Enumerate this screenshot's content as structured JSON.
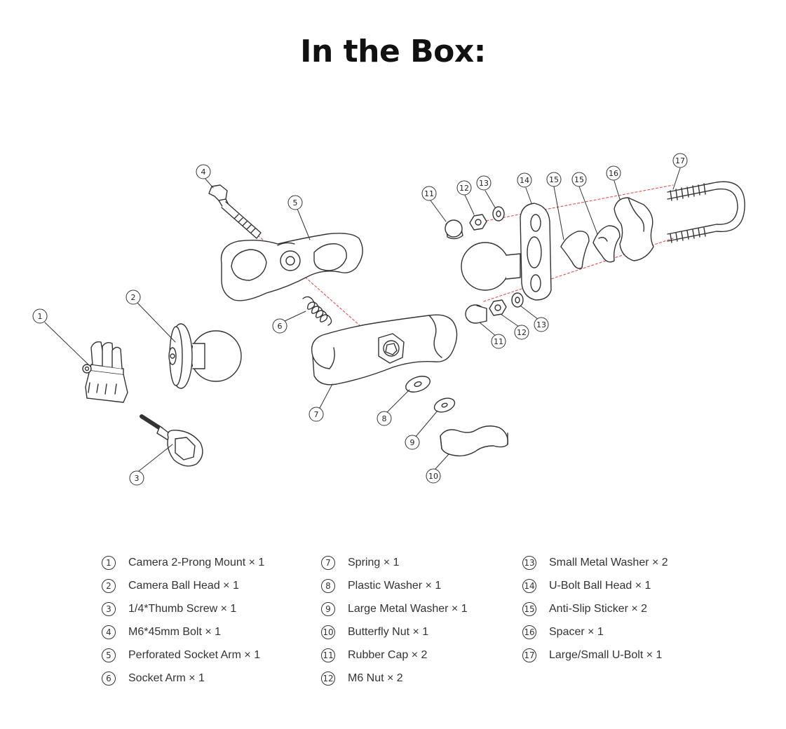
{
  "title": "In the Box:",
  "parts": [
    {
      "num": "1",
      "label": "Camera 2-Prong Mount × 1"
    },
    {
      "num": "2",
      "label": "Camera Ball Head × 1"
    },
    {
      "num": "3",
      "label": "1/4*Thumb Screw × 1"
    },
    {
      "num": "4",
      "label": "M6*45mm Bolt × 1"
    },
    {
      "num": "5",
      "label": "Perforated Socket Arm × 1"
    },
    {
      "num": "6",
      "label": "Socket Arm × 1"
    },
    {
      "num": "7",
      "label": "Spring × 1"
    },
    {
      "num": "8",
      "label": "Plastic Washer × 1"
    },
    {
      "num": "9",
      "label": "Large Metal Washer × 1"
    },
    {
      "num": "10",
      "label": "Butterfly Nut × 1"
    },
    {
      "num": "11",
      "label": "Rubber Cap × 2"
    },
    {
      "num": "12",
      "label": "M6 Nut × 2"
    },
    {
      "num": "13",
      "label": "Small Metal Washer × 2"
    },
    {
      "num": "14",
      "label": "U-Bolt Ball Head × 1"
    },
    {
      "num": "15",
      "label": "Anti-Slip Sticker × 2"
    },
    {
      "num": "16",
      "label": "Spacer × 1"
    },
    {
      "num": "17",
      "label": "Large/Small U-Bolt × 1"
    }
  ],
  "callouts": [
    "1",
    "2",
    "3",
    "4",
    "5",
    "6",
    "7",
    "8",
    "9",
    "10",
    "11",
    "12",
    "13",
    "14",
    "15",
    "15",
    "16",
    "17",
    "11",
    "12",
    "13"
  ],
  "colors": {
    "line": "#333333",
    "dashed": "#e05050"
  }
}
